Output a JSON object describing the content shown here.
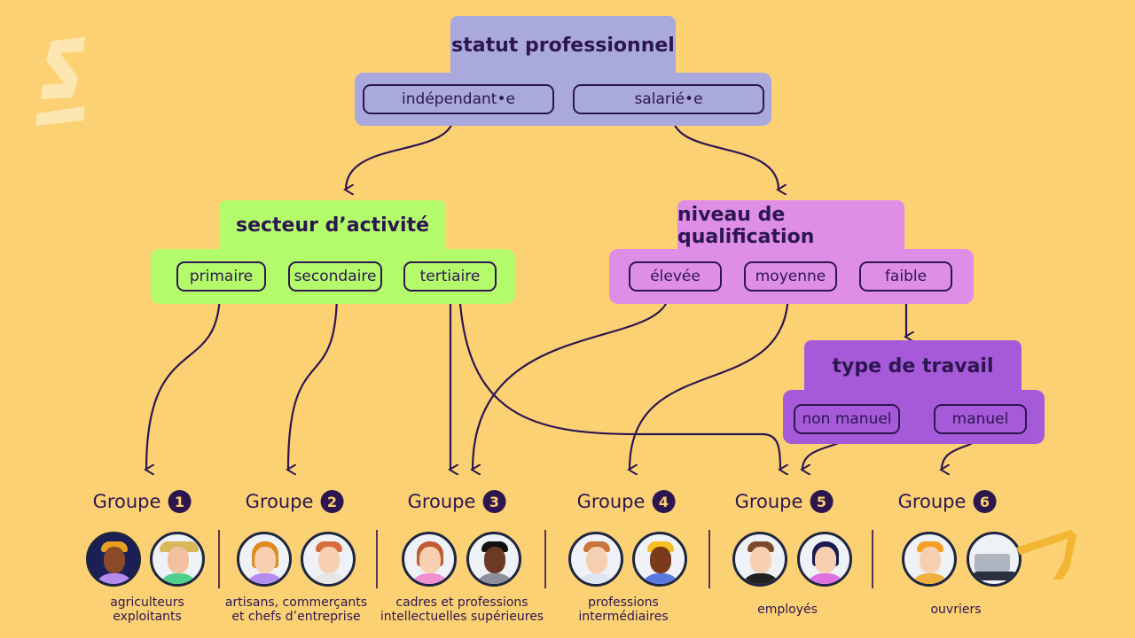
{
  "colors": {
    "background": "#FCD174",
    "ink": "#2D1650",
    "statut": "#A9A9DE",
    "secteur": "#B4FB6C",
    "niveau": "#DF8EE8",
    "type": "#A65AD9"
  },
  "statut": {
    "title": "statut professionnel",
    "options": [
      "indépendant•e",
      "salarié•e"
    ]
  },
  "secteur": {
    "title": "secteur d’activité",
    "options": [
      "primaire",
      "secondaire",
      "tertiaire"
    ]
  },
  "niveau": {
    "title": "niveau de qualification",
    "options": [
      "élevée",
      "moyenne",
      "faible"
    ]
  },
  "type": {
    "title": "type de travail",
    "options": [
      "non manuel",
      "manuel"
    ]
  },
  "groups": [
    {
      "label": "Groupe",
      "num": "1",
      "desc1": "agriculteurs",
      "desc2": "exploitants"
    },
    {
      "label": "Groupe",
      "num": "2",
      "desc1": "artisans, commerçants",
      "desc2": "et chefs d’entreprise"
    },
    {
      "label": "Groupe",
      "num": "3",
      "desc1": "cadres et professions",
      "desc2": "intellectuelles supérieures"
    },
    {
      "label": "Groupe",
      "num": "4",
      "desc1": "professions",
      "desc2": "intermédiaires"
    },
    {
      "label": "Groupe",
      "num": "5",
      "desc1": "employés",
      "desc2": ""
    },
    {
      "label": "Groupe",
      "num": "6",
      "desc1": "ouvriers",
      "desc2": ""
    }
  ]
}
